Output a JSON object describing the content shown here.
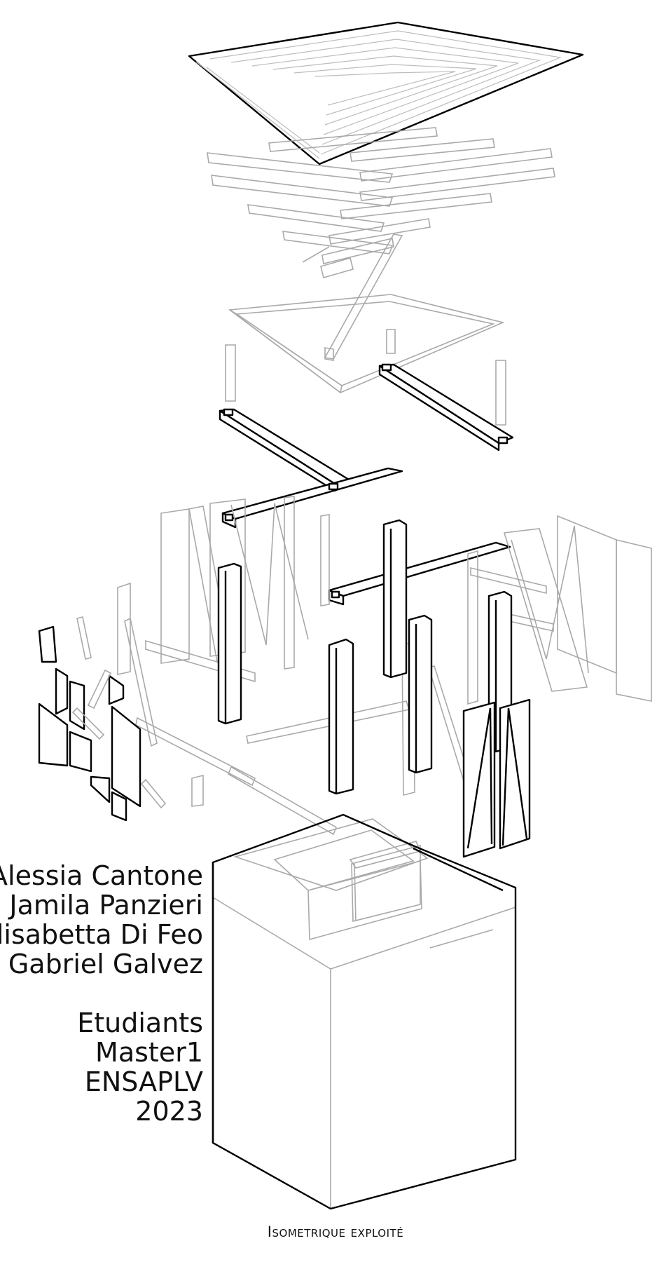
{
  "authors": [
    "Alessia Cantone",
    "Jamila Panzieri",
    "Elisabetta Di Feo",
    "Gabriel Galvez"
  ],
  "affiliation": [
    "Etudiants",
    "Master1",
    "ENSAPLV",
    "2023"
  ],
  "caption": "Isometrique exploité"
}
